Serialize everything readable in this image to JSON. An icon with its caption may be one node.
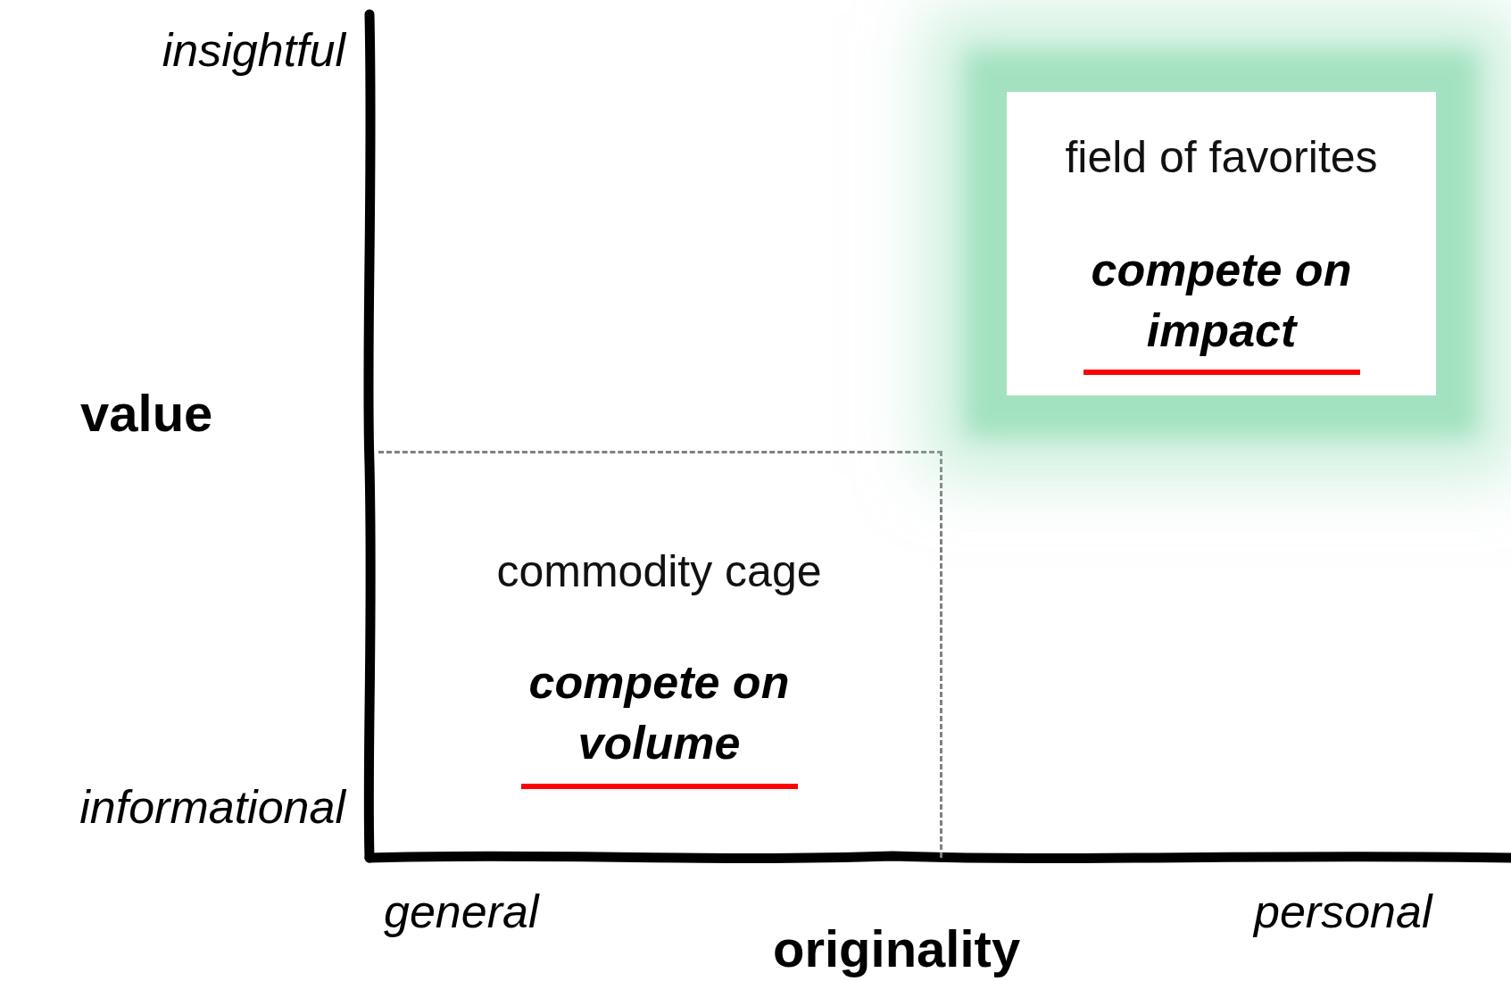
{
  "diagram": {
    "nodes": [
      {
        "text": [
          "commodity cage",
          "compete on volume"
        ]
      },
      {
        "text": [
          "field of favorites",
          "compete on impact"
        ]
      }
    ],
    "labels": [
      "insightful",
      "value",
      "informational",
      "general",
      "originality",
      "personal"
    ]
  }
}
